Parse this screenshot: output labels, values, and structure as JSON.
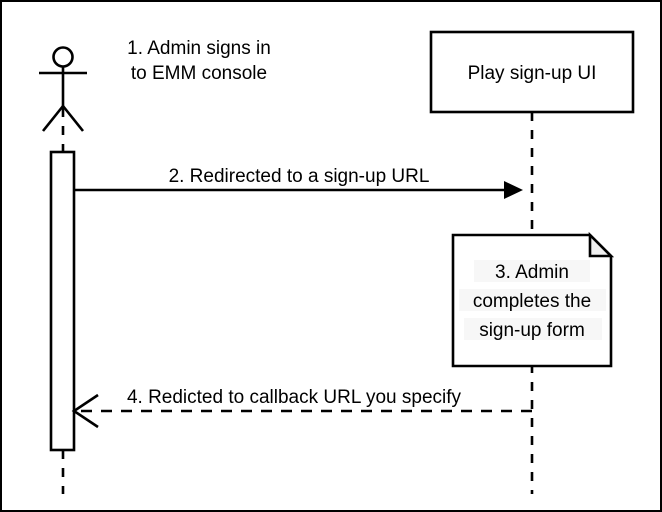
{
  "diagram": {
    "type": "uml-sequence-diagram",
    "background_color": "#ffffff",
    "line_color": "#000000",
    "note_fill_color": "#ffffff",
    "note_fold_color": "#f0f0f0",
    "text_highlight_color": "#f7f7f7",
    "actor": {
      "name": "admin-actor",
      "label_line1": "1. Admin signs in",
      "label_line2": "to EMM console"
    },
    "participant": {
      "label": "Play sign-up UI"
    },
    "messages": [
      {
        "number": "2",
        "label": "2. Redirected to a sign-up URL",
        "style": "solid",
        "arrowhead": "filled",
        "direction": "left-to-right"
      },
      {
        "number": "4",
        "label": "4. Redicted to callback URL you specify",
        "style": "dashed",
        "arrowhead": "open",
        "direction": "right-to-left"
      }
    ],
    "note": {
      "line1": "3. Admin",
      "line2": "completes the",
      "line3": "sign-up form"
    }
  }
}
